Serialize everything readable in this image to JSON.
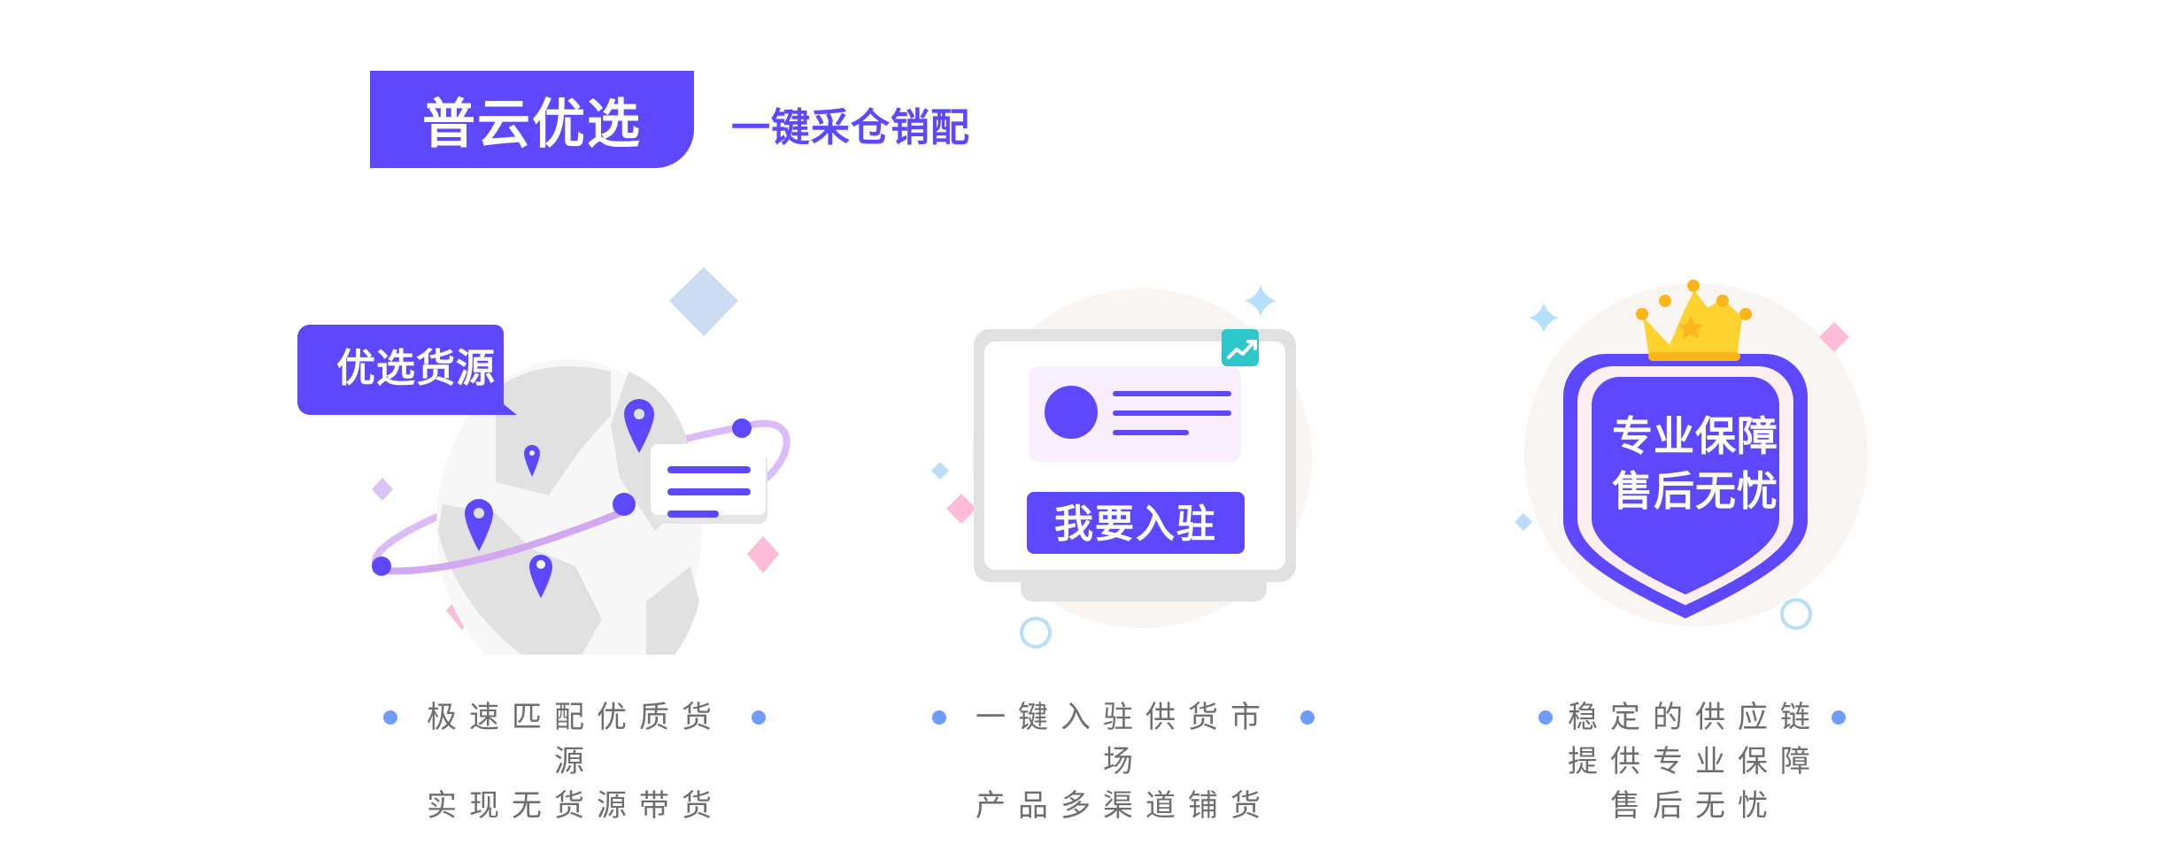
{
  "header": {
    "brand": "普云优选",
    "tagline": "一键采仓销配"
  },
  "features": [
    {
      "illustration_label": "优选货源",
      "caption_lines": [
        "极速匹配优质货源",
        "实现无货源带货"
      ]
    },
    {
      "illustration_label": "我要入驻",
      "caption_lines": [
        "一键入驻供货市场",
        "产品多渠道铺货"
      ]
    },
    {
      "illustration_label_lines": [
        "专业保障",
        "售后无忧"
      ],
      "caption_lines": [
        "稳定的供应链",
        "提供专业保障",
        "售后无忧"
      ]
    }
  ],
  "colors": {
    "brand": "#5e48ff",
    "caption_text": "#6e6e6e",
    "bullet": "#6e9cff",
    "teal": "#2ec8cc",
    "gold": "#ffd22e"
  }
}
